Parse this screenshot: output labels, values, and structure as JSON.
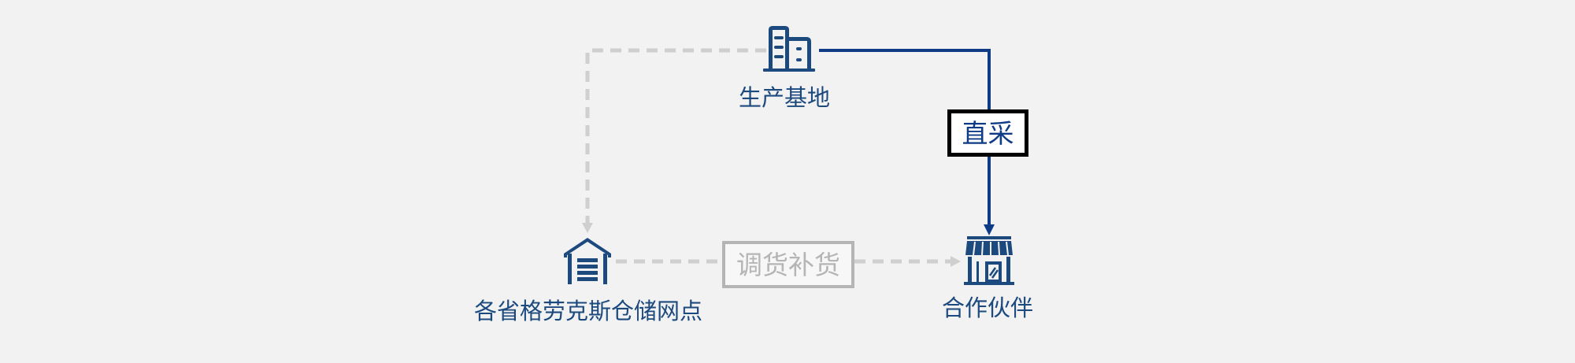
{
  "nodes": {
    "production_base": {
      "label": "生产基地",
      "icon": "office-building-icon"
    },
    "warehouses": {
      "label": "各省格劳克斯仓储网点",
      "icon": "warehouse-icon"
    },
    "partners": {
      "label": "合作伙伴",
      "icon": "storefront-icon"
    }
  },
  "edges": {
    "direct_purchase": {
      "label": "直采",
      "from": "production_base",
      "to": "partners",
      "style": "solid"
    },
    "supply_to_warehouse": {
      "label": "",
      "from": "production_base",
      "to": "warehouses",
      "style": "dashed"
    },
    "transfer_restock": {
      "label": "调货补货",
      "from": "warehouses",
      "to": "partners",
      "style": "dashed"
    }
  },
  "colors": {
    "background": "#f2f2f2",
    "primary_blue": "#0d3b86",
    "icon_blue": "#1c4a7e",
    "dashed_gray": "#cfcfcf",
    "label_gray": "#b5b5b5"
  }
}
